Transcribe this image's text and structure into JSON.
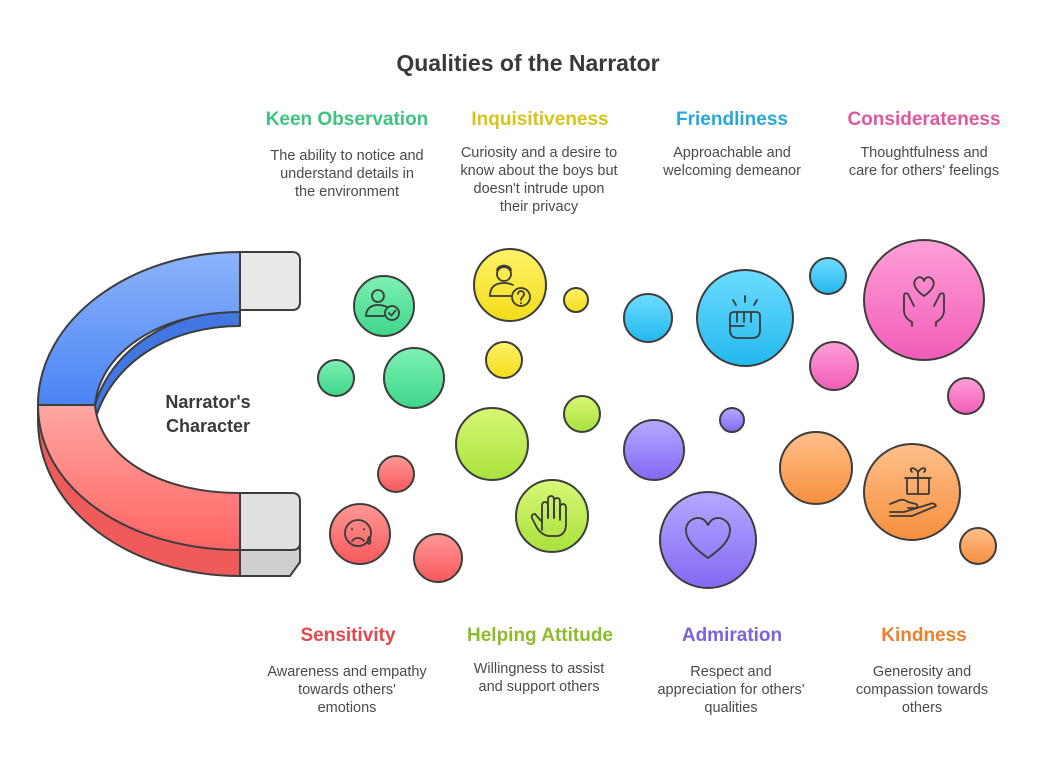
{
  "title": "Qualities of the Narrator",
  "center": {
    "line1": "Narrator's",
    "line2": "Character"
  },
  "qualities": [
    {
      "name": "Keen Observation",
      "color": "#3fc47f",
      "desc": [
        "The ability to notice and",
        "understand details in",
        "the environment"
      ],
      "icon": "user-check-icon"
    },
    {
      "name": "Inquisitiveness",
      "color": "#d7c41b",
      "desc": [
        "Curiosity and a desire to",
        "know about the boys but",
        "doesn't intrude upon",
        "their privacy"
      ],
      "icon": "user-question-icon"
    },
    {
      "name": "Friendliness",
      "color": "#2aa8d8",
      "desc": [
        "Approachable and",
        "welcoming demeanor"
      ],
      "icon": "fist-bump-icon"
    },
    {
      "name": "Considerateness",
      "color": "#e0579f",
      "desc": [
        "Thoughtfulness and",
        "care for others' feelings"
      ],
      "icon": "hands-heart-icon"
    },
    {
      "name": "Sensitivity",
      "color": "#e0494d",
      "desc": [
        "Awareness and empathy",
        "towards others'",
        "emotions"
      ],
      "icon": "sad-face-icon"
    },
    {
      "name": "Helping Attitude",
      "color": "#8dbb2c",
      "desc": [
        "Willingness to assist",
        "and support others"
      ],
      "icon": "raised-hand-icon"
    },
    {
      "name": "Admiration",
      "color": "#7d62d8",
      "desc": [
        "Respect and",
        "appreciation for others'",
        "qualities"
      ],
      "icon": "heart-icon"
    },
    {
      "name": "Kindness",
      "color": "#ec7f2e",
      "desc": [
        "Generosity and",
        "compassion towards",
        "others"
      ],
      "icon": "gift-hand-icon"
    }
  ],
  "palette": {
    "magnet_blue": "#5b8ef7",
    "magnet_red": "#ff7a77",
    "magnet_tip": "#e6e6e6",
    "outline": "#3d3d3d"
  }
}
